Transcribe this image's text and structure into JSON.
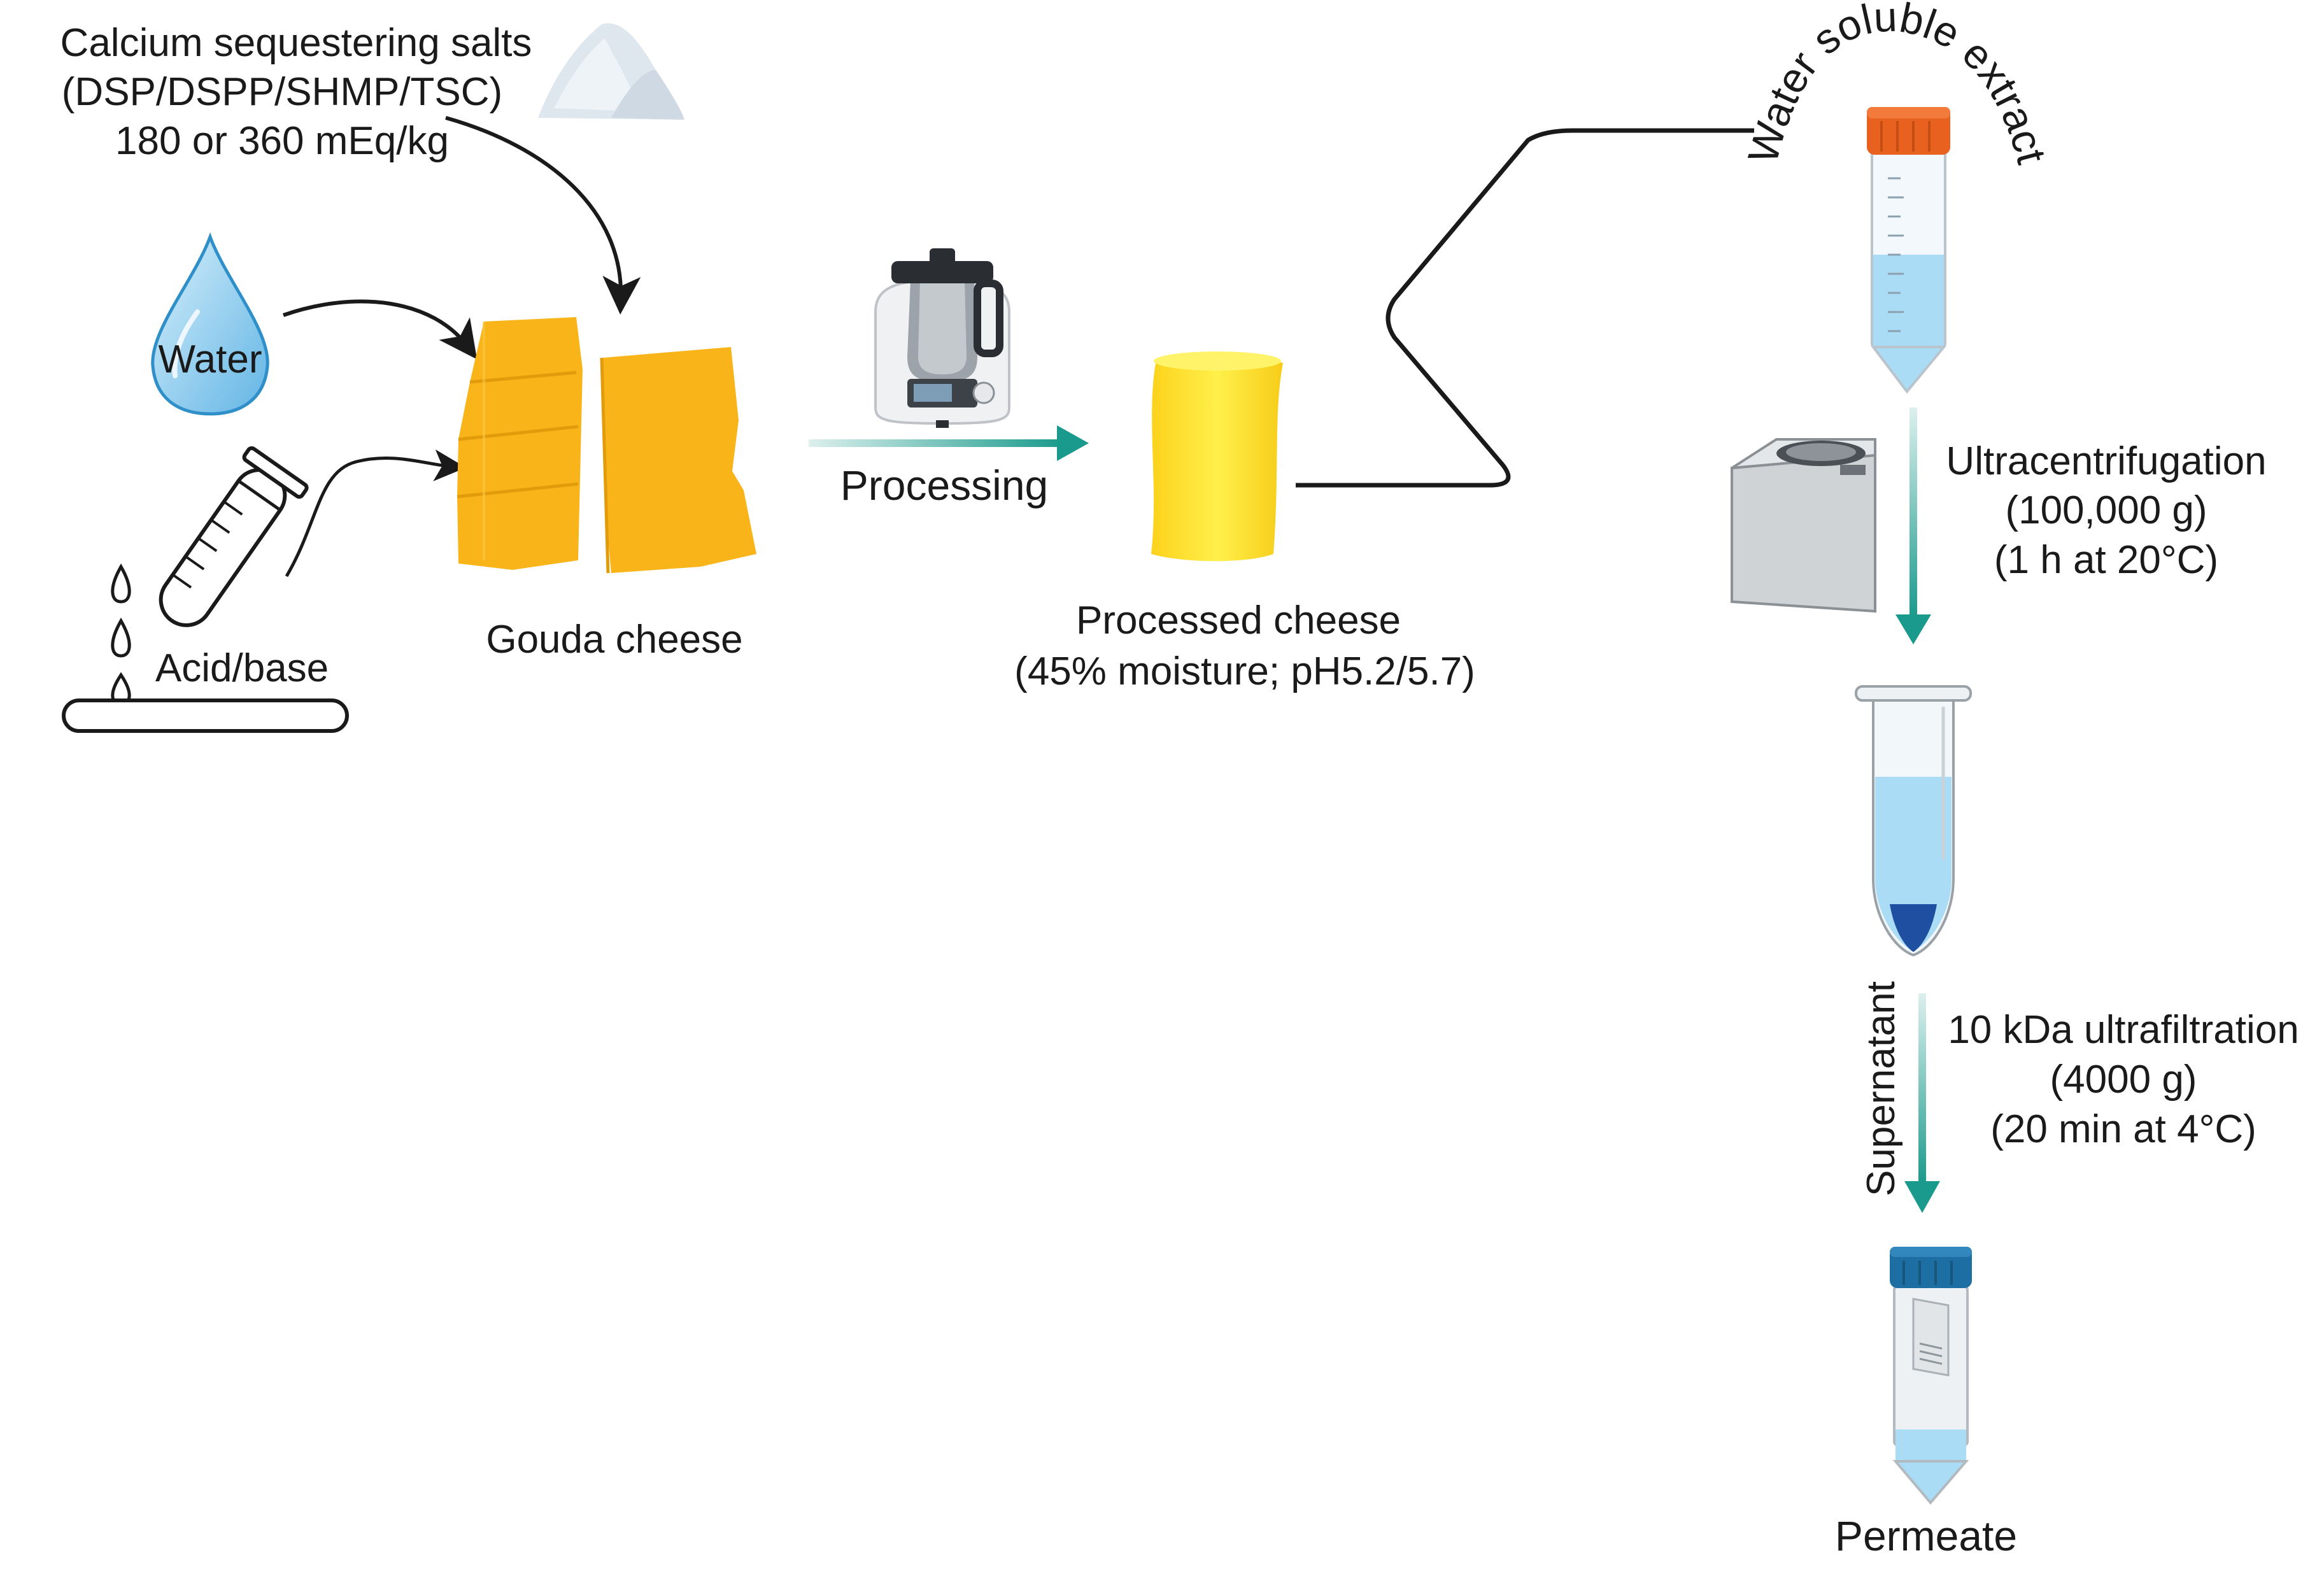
{
  "labels": {
    "salts_line1": "Calcium sequestering salts",
    "salts_line2": "(DSP/DSPP/SHMP/TSC)",
    "salts_line3": "180 or 360 mEq/kg",
    "water": "Water",
    "acid_base": "Acid/base",
    "gouda": "Gouda cheese",
    "processing": "Processing",
    "processed_line1": "Processed cheese",
    "processed_line2": "(45% moisture; pH5.2/5.7)",
    "wse": "Water soluble extract",
    "ultra_line1": "Ultracentrifugation",
    "ultra_line2": "(100,000 g)",
    "ultra_line3": "(1 h at 20°C)",
    "supernatant": "Supernatant",
    "uf_line1": "10 kDa ultrafiltration",
    "uf_line2": "(4000 g)",
    "uf_line3": "(20 min at 4°C)",
    "permeate": "Permeate"
  },
  "colors": {
    "teal_arrow": "#1a9a8c",
    "cheese_orange": "#f8b418",
    "processed_yellow": "#fde224",
    "tube_cap_orange": "#e8611e",
    "tube_cap_blue": "#1d6fa3",
    "liquid_blue": "#aadcf5",
    "pellet_blue": "#1e4fa0",
    "water_drop": "#7fc6ec"
  },
  "icons": [
    "salt-pile-icon",
    "water-drop-icon",
    "test-tube-icon",
    "cheese-block-icon",
    "food-processor-icon",
    "processed-cheese-icon",
    "falcon-tube-icon",
    "centrifuge-icon",
    "eppendorf-tube-icon",
    "permeate-tube-icon"
  ]
}
